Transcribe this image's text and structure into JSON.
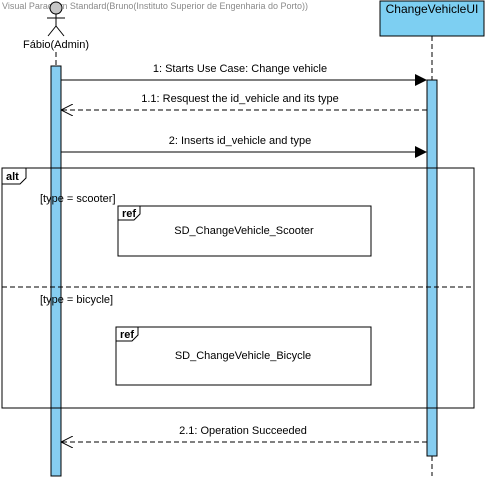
{
  "watermark": "Visual Paradigm Standard(Bruno(Instituto Superior de Engenharia do Porto))",
  "actor": {
    "name": "Fábio(Admin)"
  },
  "ui_lifeline": {
    "name": "ChangeVehicleUI"
  },
  "messages": {
    "m1": "1: Starts Use Case: Change vehicle",
    "m1_1": "1.1: Resquest the id_vehicle and its type",
    "m2": "2: Inserts id_vehicle and type",
    "m2_1": "2.1: Operation Succeeded"
  },
  "alt_fragment": {
    "operator": "alt",
    "guard1": "[type = scooter]",
    "guard2": "[type = bicycle]",
    "ref1": {
      "operator": "ref",
      "name": "SD_ChangeVehicle_Scooter"
    },
    "ref2": {
      "operator": "ref",
      "name": "SD_ChangeVehicle_Bicycle"
    }
  },
  "colors": {
    "header_fill": "#7dcff2",
    "activation_fill": "#86cdf0",
    "line": "#000000"
  }
}
